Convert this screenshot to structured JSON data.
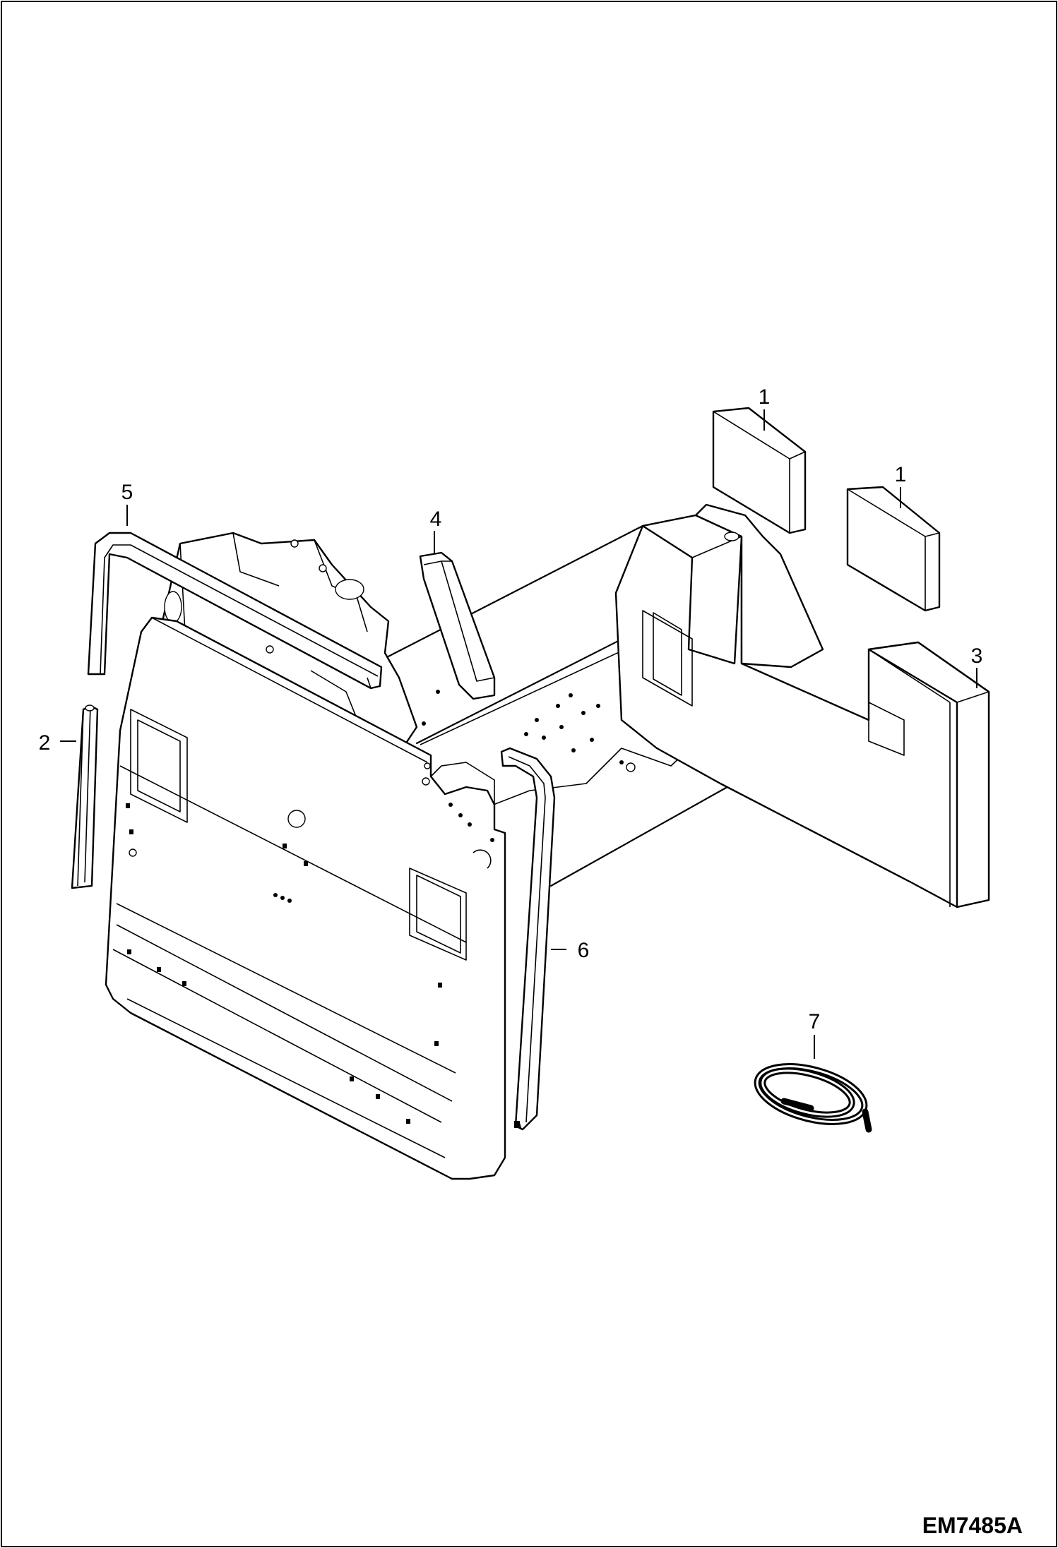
{
  "figure_id": "EM7485A",
  "callouts": [
    {
      "id": "c1a",
      "label": "1"
    },
    {
      "id": "c1b",
      "label": "1"
    },
    {
      "id": "c2",
      "label": "2"
    },
    {
      "id": "c3",
      "label": "3"
    },
    {
      "id": "c4",
      "label": "4"
    },
    {
      "id": "c5",
      "label": "5"
    },
    {
      "id": "c6",
      "label": "6"
    },
    {
      "id": "c7",
      "label": "7"
    }
  ]
}
